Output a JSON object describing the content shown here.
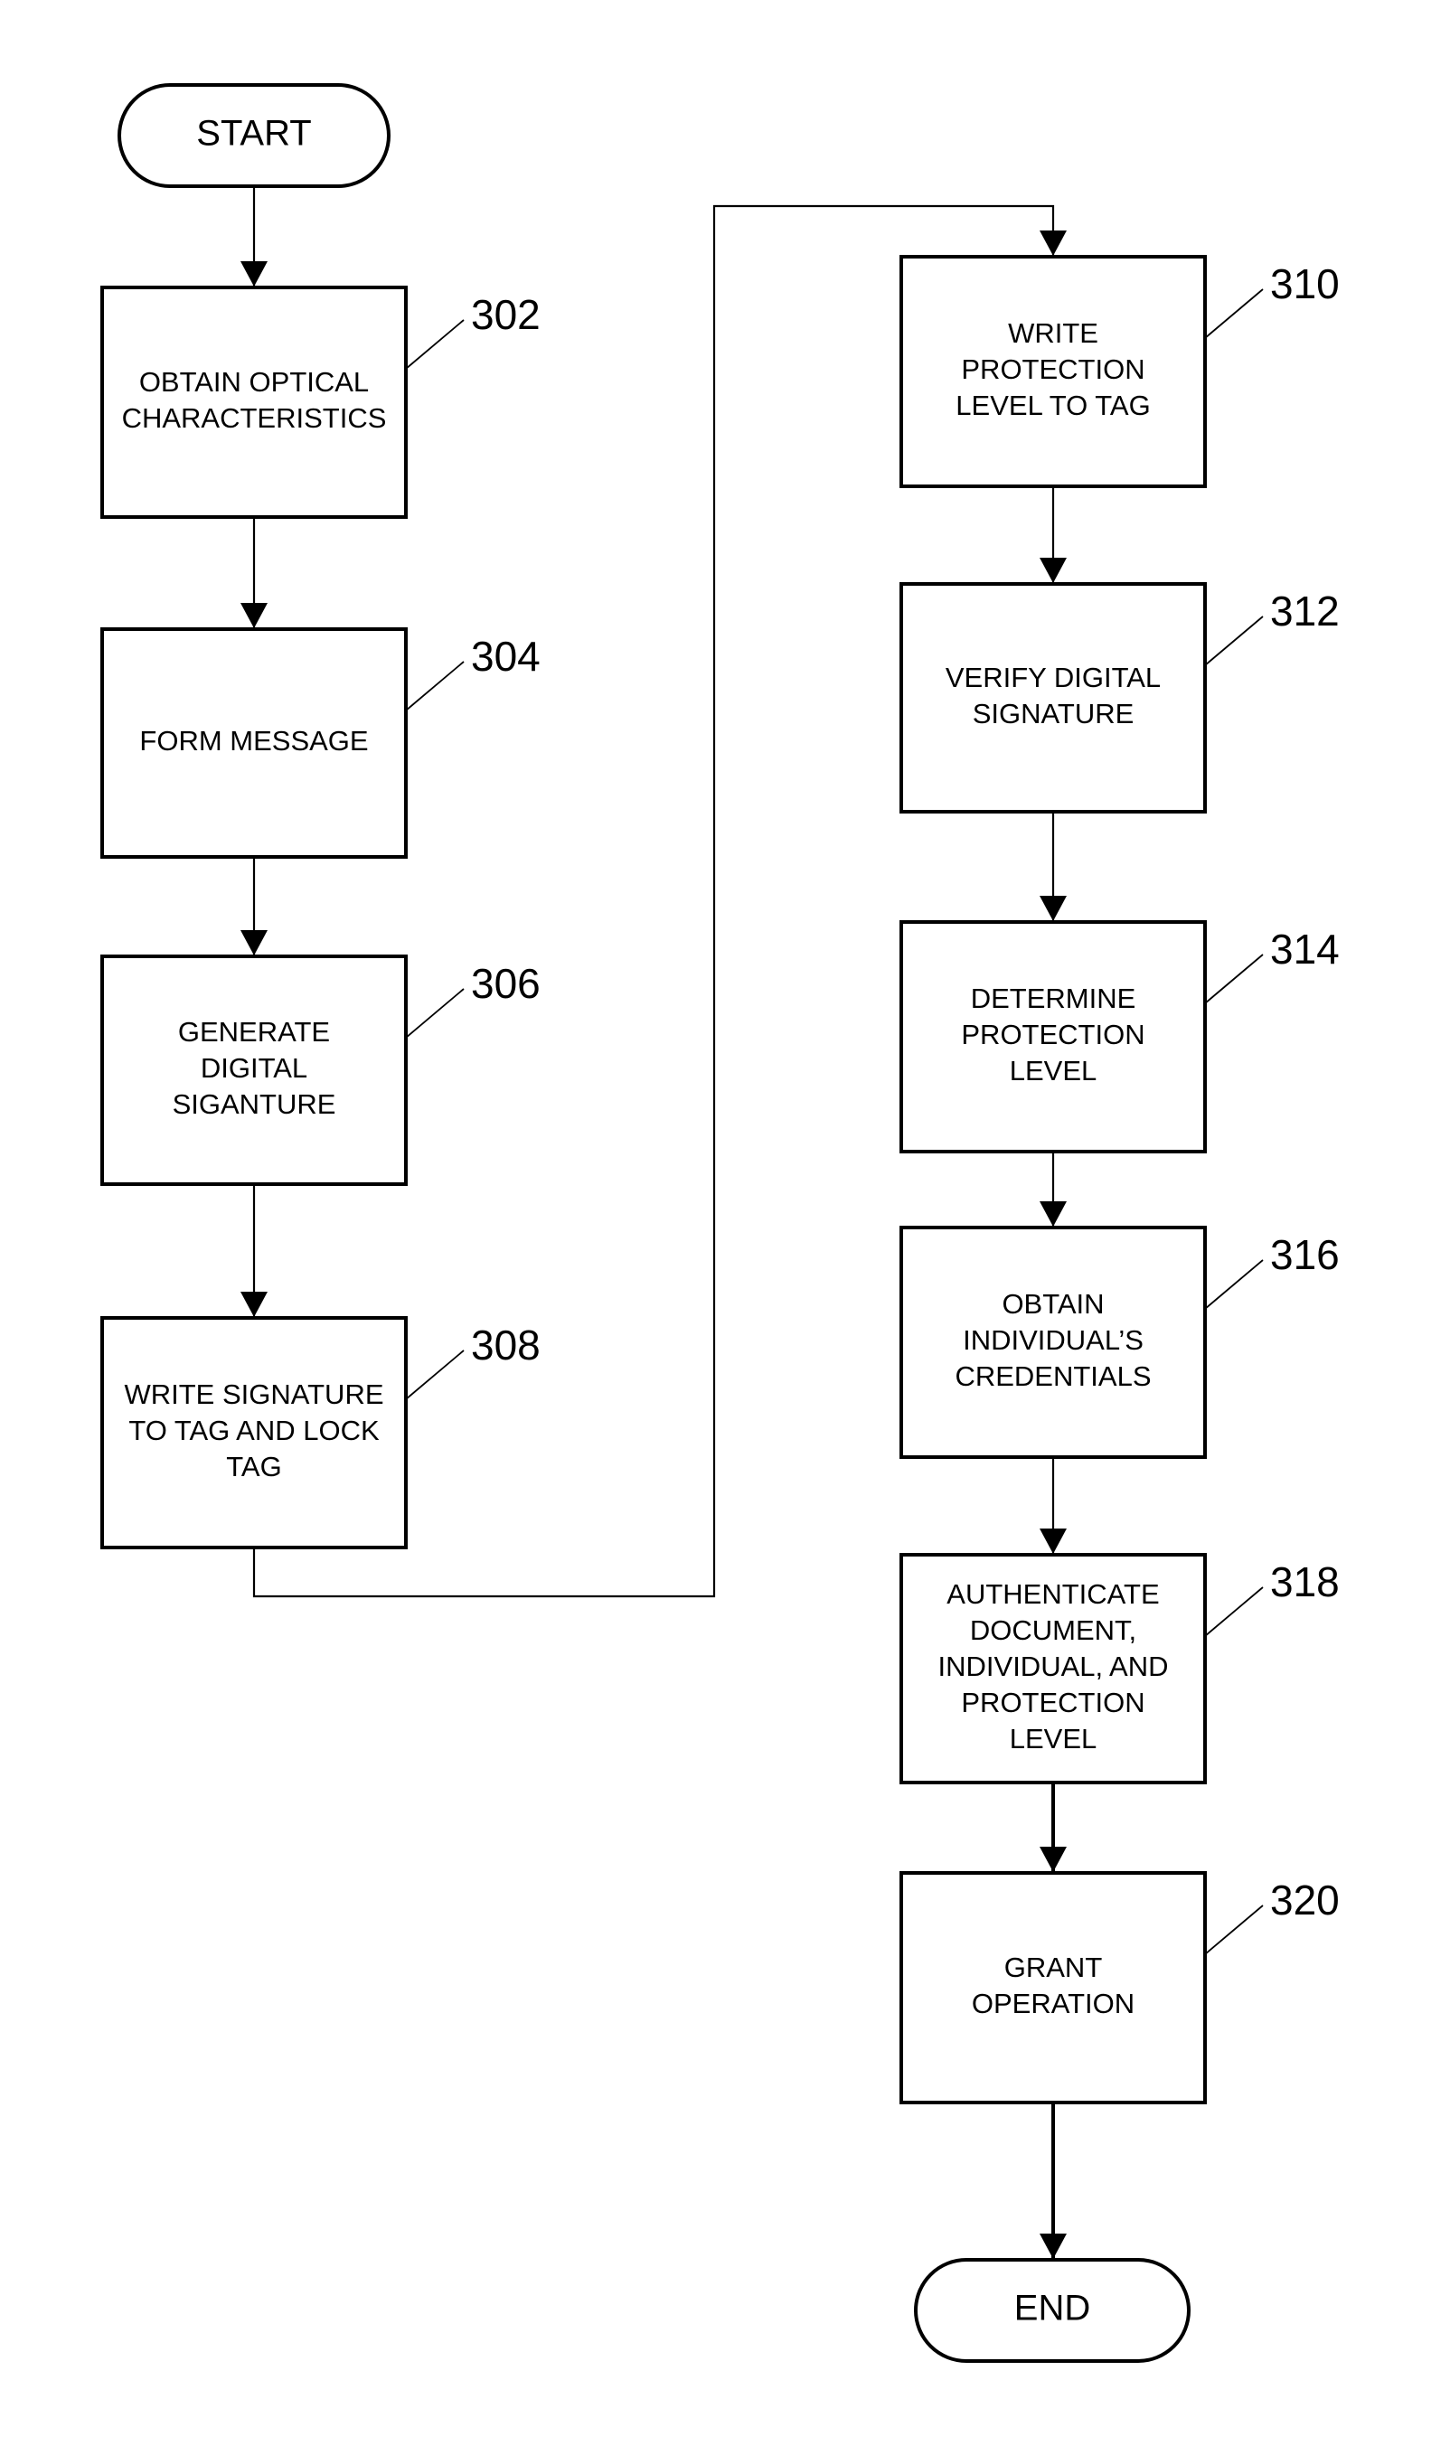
{
  "terminals": {
    "start": "START",
    "end": "END"
  },
  "steps": [
    {
      "id": "302",
      "lines": [
        "OBTAIN OPTICAL",
        "CHARACTERISTICS"
      ]
    },
    {
      "id": "304",
      "lines": [
        "FORM MESSAGE"
      ]
    },
    {
      "id": "306",
      "lines": [
        "GENERATE",
        "DIGITAL",
        "SIGANTURE"
      ]
    },
    {
      "id": "308",
      "lines": [
        "WRITE SIGNATURE",
        "TO TAG AND LOCK",
        "TAG"
      ]
    },
    {
      "id": "310",
      "lines": [
        "WRITE",
        "PROTECTION",
        "LEVEL TO TAG"
      ]
    },
    {
      "id": "312",
      "lines": [
        "VERIFY DIGITAL",
        "SIGNATURE"
      ]
    },
    {
      "id": "314",
      "lines": [
        "DETERMINE",
        "PROTECTION",
        "LEVEL"
      ]
    },
    {
      "id": "316",
      "lines": [
        "OBTAIN",
        "INDIVIDUAL’S",
        "CREDENTIALS"
      ]
    },
    {
      "id": "318",
      "lines": [
        "AUTHENTICATE",
        "DOCUMENT,",
        "INDIVIDUAL, AND",
        "PROTECTION",
        "LEVEL"
      ]
    },
    {
      "id": "320",
      "lines": [
        "GRANT",
        "OPERATION"
      ]
    }
  ]
}
